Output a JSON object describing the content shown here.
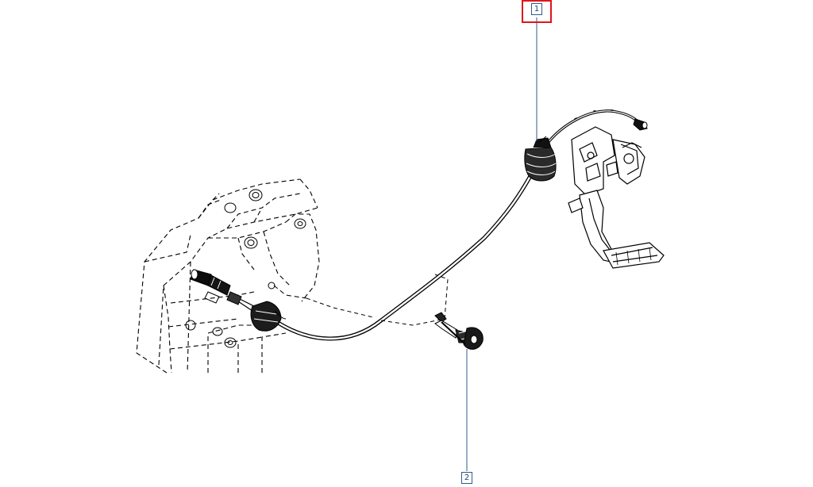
{
  "callouts": [
    {
      "id": "1",
      "label": "1",
      "selected": true
    },
    {
      "id": "2",
      "label": "2",
      "selected": false
    }
  ],
  "colors": {
    "line": "#000000",
    "leader": "#2f5c8a",
    "callout_text": "#1b3f66",
    "highlight": "#e0151b",
    "background": "#ffffff"
  }
}
